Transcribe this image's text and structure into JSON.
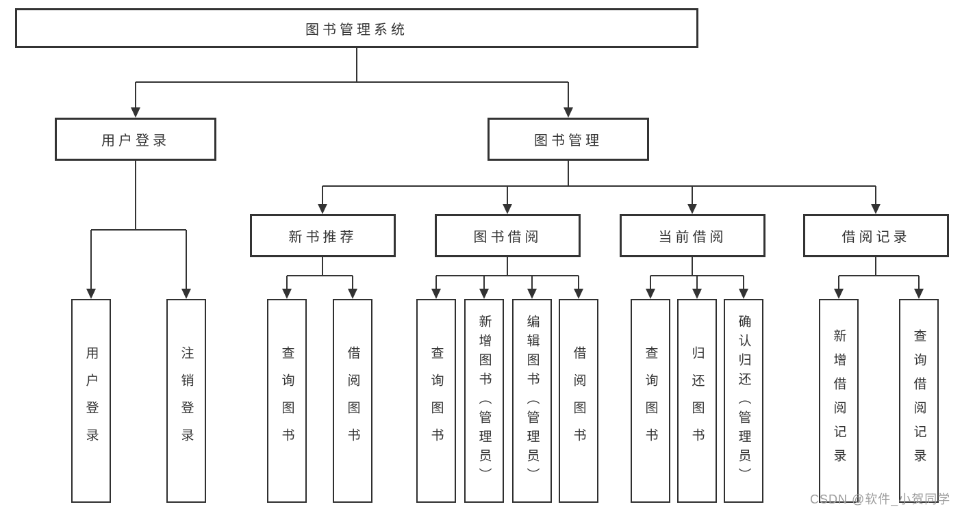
{
  "diagram": {
    "title": "图书管理系统",
    "branches": [
      {
        "label": "用户登录",
        "leaves": [
          "用户登录",
          "注销登录"
        ]
      },
      {
        "label": "图书管理",
        "groups": [
          {
            "label": "新书推荐",
            "leaves": [
              "查询图书",
              "借阅图书"
            ]
          },
          {
            "label": "图书借阅",
            "leaves": [
              "查询图书",
              "新增图书（管理员）",
              "编辑图书（管理员）",
              "借阅图书"
            ]
          },
          {
            "label": "当前借阅",
            "leaves": [
              "查询图书",
              "归还图书",
              "确认归还（管理员）"
            ]
          },
          {
            "label": "借阅记录",
            "leaves": [
              "新增借阅记录",
              "查询借阅记录"
            ]
          }
        ]
      }
    ]
  },
  "watermark": {
    "text": "CSDN @软件_小贺同学"
  },
  "colors": {
    "line": "#333333",
    "box_border": "#333333",
    "text": "#333333",
    "watermark_text": "#9c9c9c",
    "background": "#ffffff"
  }
}
